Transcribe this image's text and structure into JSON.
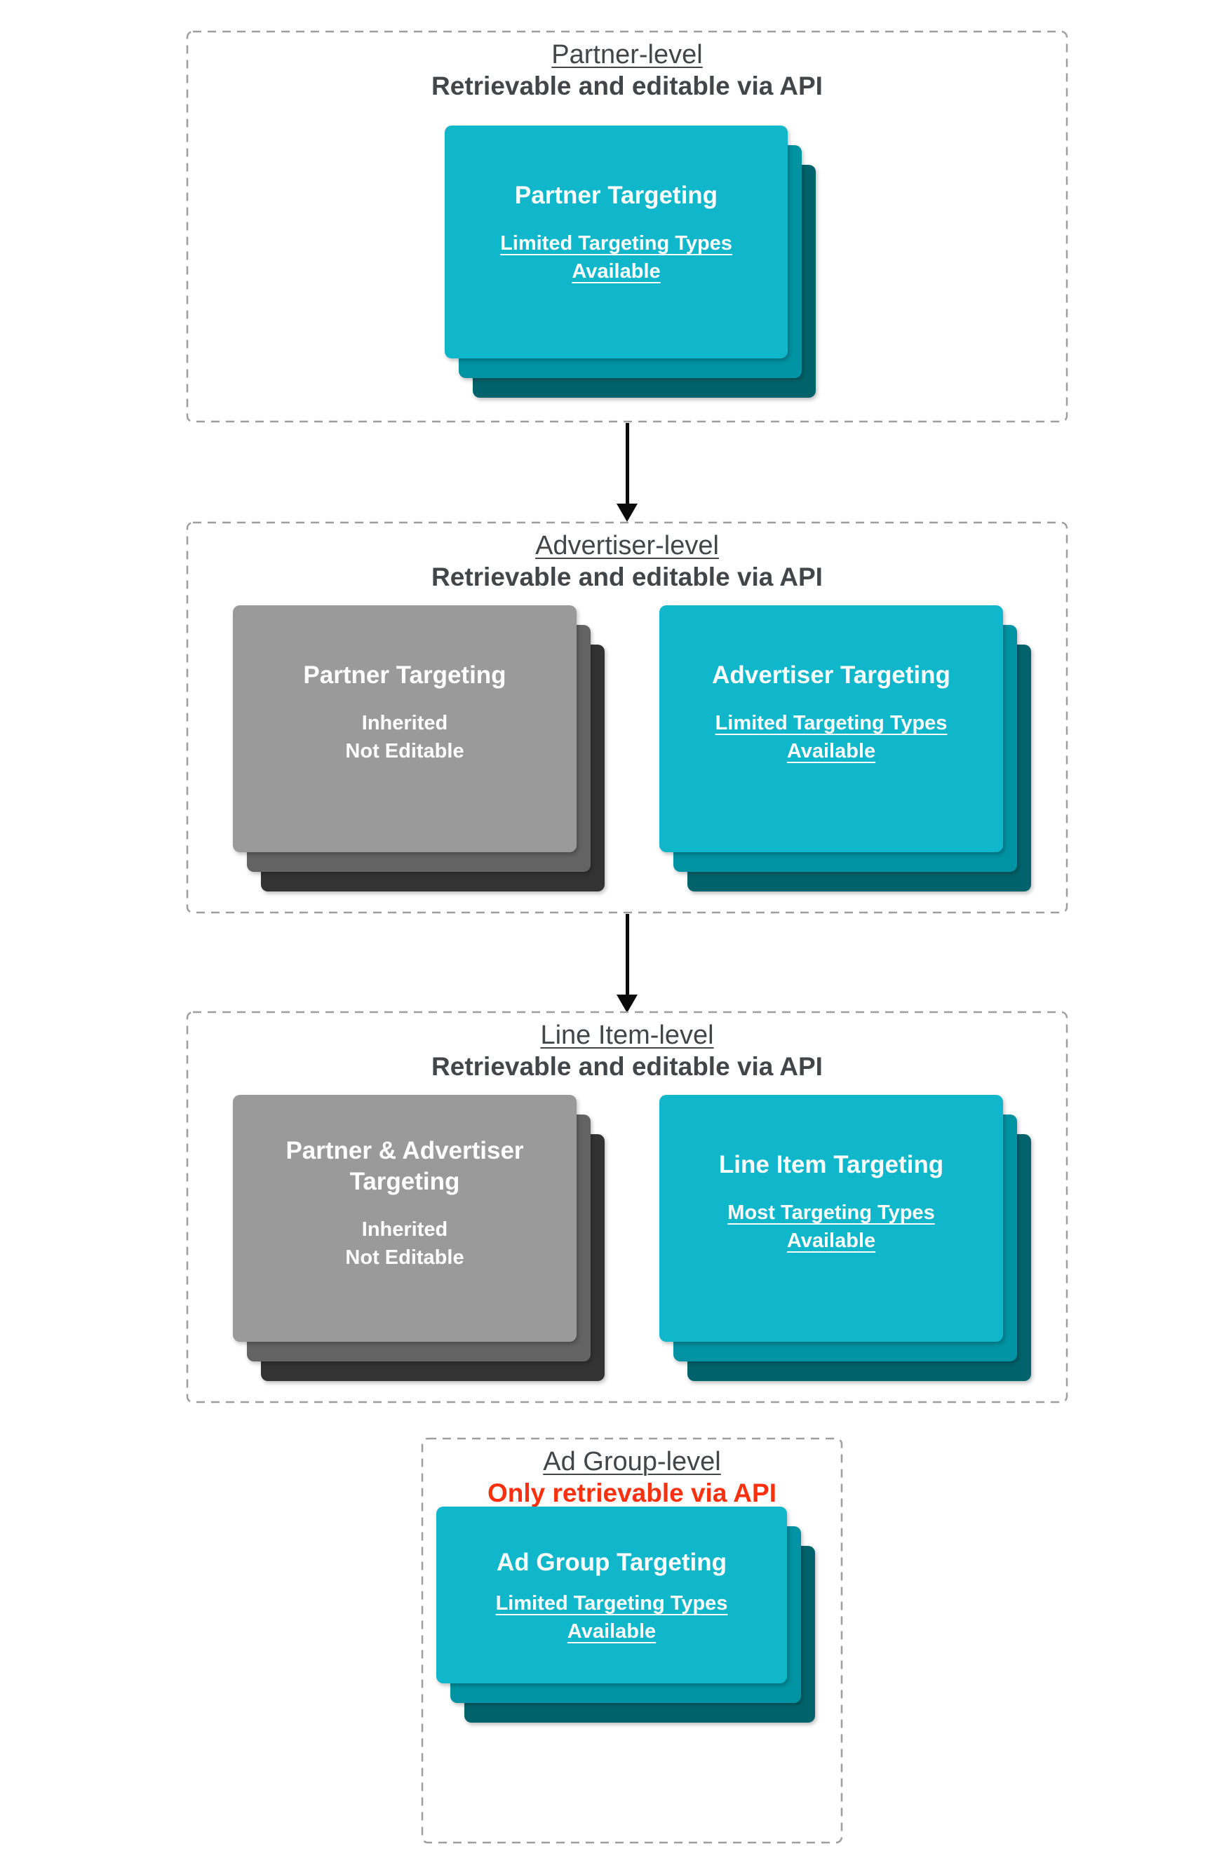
{
  "colors": {
    "background": "#FFFFFF",
    "teal_card_front": "#10B7CB",
    "teal_card_middle": "#0093A3",
    "teal_card_back": "#00636C",
    "gray_card_front": "#9A9A9A",
    "gray_card_middle": "#636363",
    "gray_card_back": "#333333",
    "heading_text": "#424649",
    "red_text": "#FA300F",
    "card_text": "#FFFFFF",
    "dashed_border": "#9E9E9E",
    "arrow": "#0B0B0B"
  },
  "arrows": [
    {
      "icon": "down-arrow-icon"
    },
    {
      "icon": "down-arrow-icon"
    }
  ],
  "sections": [
    {
      "title": "Partner-level",
      "subtitle": "Retrievable and editable via API",
      "cards": [
        {
          "variant": "teal",
          "title": "Partner Targeting",
          "subtitle": "Limited Targeting Types Available",
          "subtitle_underlined": true
        }
      ]
    },
    {
      "title": "Advertiser-level",
      "subtitle": "Retrievable and editable via API",
      "cards": [
        {
          "variant": "gray",
          "title": "Partner Targeting",
          "subtitle_lines": [
            "Inherited",
            "Not Editable"
          ],
          "subtitle_underlined": false
        },
        {
          "variant": "teal",
          "title": "Advertiser Targeting",
          "subtitle": "Limited Targeting Types Available",
          "subtitle_underlined": true
        }
      ]
    },
    {
      "title": "Line Item-level",
      "subtitle": "Retrievable and editable via API",
      "cards": [
        {
          "variant": "gray",
          "title": "Partner & Advertiser Targeting",
          "subtitle_lines": [
            "Inherited",
            "Not Editable"
          ],
          "subtitle_underlined": false
        },
        {
          "variant": "teal",
          "title": "Line Item Targeting",
          "subtitle": "Most Targeting Types Available",
          "subtitle_underlined": true
        }
      ]
    },
    {
      "title": "Ad Group-level",
      "subtitle": "Only retrievable via API",
      "subtitle_is_red": true,
      "cards": [
        {
          "variant": "teal",
          "title": "Ad Group Targeting",
          "subtitle": "Limited Targeting Types Available",
          "subtitle_underlined": true
        }
      ]
    }
  ]
}
